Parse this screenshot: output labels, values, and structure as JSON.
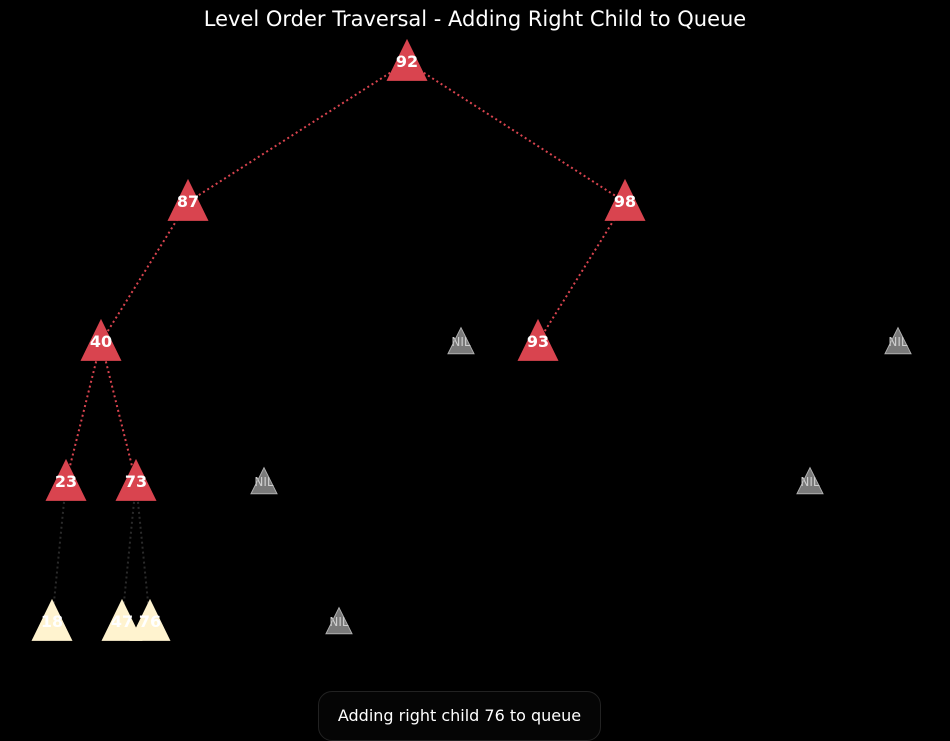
{
  "title": "Level Order Traversal - Adding Right Child to Queue",
  "status": "Adding right child 76 to queue",
  "colors": {
    "visited": "#d9444f",
    "queued": "#fff3cf",
    "nil": "#7a7a7a",
    "edge_visited": "#d9444f",
    "edge_queued": "#2a2a2a",
    "background": "#000000"
  },
  "nodes": [
    {
      "id": "n92",
      "label": "92",
      "state": "visited"
    },
    {
      "id": "n87",
      "label": "87",
      "state": "visited"
    },
    {
      "id": "n98",
      "label": "98",
      "state": "visited"
    },
    {
      "id": "n40",
      "label": "40",
      "state": "visited"
    },
    {
      "id": "n93",
      "label": "93",
      "state": "visited"
    },
    {
      "id": "n23",
      "label": "23",
      "state": "visited"
    },
    {
      "id": "n73",
      "label": "73",
      "state": "visited"
    },
    {
      "id": "n18",
      "label": "18",
      "state": "queued"
    },
    {
      "id": "n47",
      "label": "47",
      "state": "queued"
    },
    {
      "id": "n76",
      "label": "76",
      "state": "queued"
    }
  ],
  "nil_label": "NIL",
  "edges": [
    {
      "from": "n92",
      "to": "n87",
      "state": "visited"
    },
    {
      "from": "n92",
      "to": "n98",
      "state": "visited"
    },
    {
      "from": "n87",
      "to": "n40",
      "state": "visited"
    },
    {
      "from": "n98",
      "to": "n93",
      "state": "visited"
    },
    {
      "from": "n40",
      "to": "n23",
      "state": "visited"
    },
    {
      "from": "n40",
      "to": "n73",
      "state": "visited"
    },
    {
      "from": "n23",
      "to": "n18",
      "state": "queued"
    },
    {
      "from": "n73",
      "to": "n47",
      "state": "queued"
    },
    {
      "from": "n73",
      "to": "n76",
      "state": "queued"
    }
  ]
}
